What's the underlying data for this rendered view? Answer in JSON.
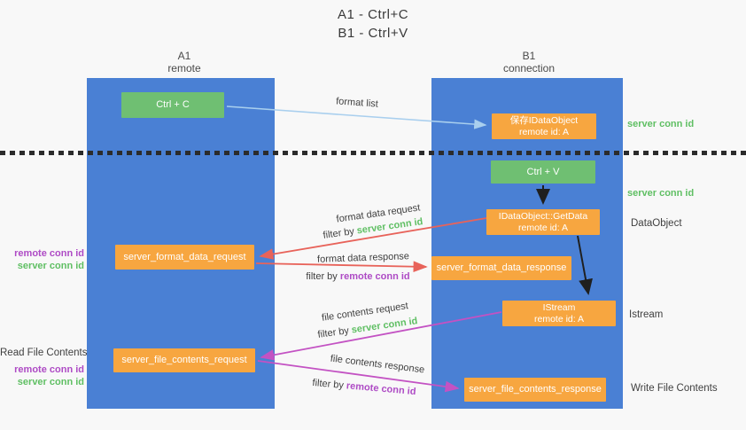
{
  "title": {
    "line1": "A1 - Ctrl+C",
    "line2": "B1 - Ctrl+V"
  },
  "columns": {
    "a": {
      "name": "A1",
      "subtitle": "remote"
    },
    "b": {
      "name": "B1",
      "subtitle": "connection"
    }
  },
  "nodes": {
    "ctrl_c": {
      "label": "Ctrl + C"
    },
    "ctrl_v": {
      "label": "Ctrl + V"
    },
    "save_dataobject": {
      "line1": "保存IDataObject",
      "line2": "remote id: A"
    },
    "getdata": {
      "line1": "IDataObject::GetData",
      "line2": "remote id: A"
    },
    "istream": {
      "line1": "IStream",
      "line2": "remote id: A"
    },
    "format_request": {
      "label": "server_format_data_request"
    },
    "format_response": {
      "label": "server_format_data_response"
    },
    "file_request": {
      "label": "server_file_contents_request"
    },
    "file_response": {
      "label": "server_file_contents_response"
    }
  },
  "right_labels": {
    "server_conn_id_1": "server conn id",
    "server_conn_id_2": "server conn id",
    "dataobject": "DataObject",
    "istream": "Istream",
    "write_file_contents": "Write File Contents"
  },
  "left_labels": {
    "remote_conn_id_1": "remote conn id",
    "server_conn_id_1": "server conn id",
    "read_file_contents": "Read File Contents",
    "remote_conn_id_2": "remote conn id",
    "server_conn_id_2": "server conn id"
  },
  "arrow_labels": {
    "format_list": "format list",
    "format_data_request": "format data request",
    "format_data_response": "format data response",
    "file_contents_request": "file contents request",
    "file_contents_response": "file contents response",
    "filter_by": "filter by",
    "server_conn_id": "server conn id",
    "remote_conn_id": "remote conn id"
  },
  "colors": {
    "lane_blue": "#4a80d4",
    "green_box": "#6fbf72",
    "orange_box": "#f7a640",
    "green_text": "#5fbf63",
    "purple_text": "#ae4bc5",
    "red_arrow": "#e8635a",
    "magenta_arrow": "#c352c3",
    "light_blue_arrow": "#a9cfee",
    "black_arrow": "#1f1f1f",
    "dark_text": "#3f3f3f",
    "background": "#f8f8f8"
  }
}
